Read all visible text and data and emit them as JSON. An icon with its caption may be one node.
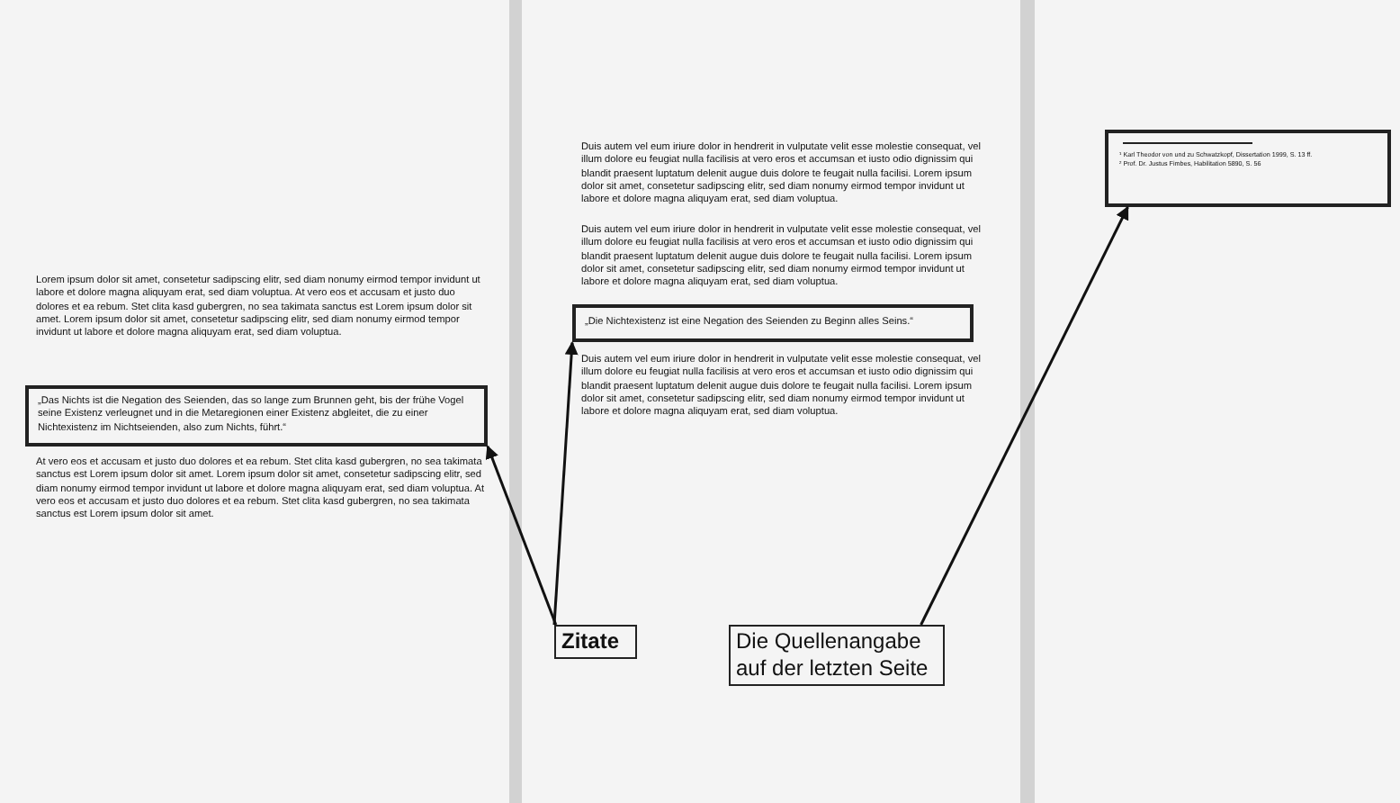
{
  "diagram": {
    "nodes": [
      {
        "text": [
          "Lorem ipsum dolor sit amet, consetetur sadipscing elitr, sed diam nonumy eirmod tempor invidunt ut labore et dolore magna aliquyam erat, sed diam voluptua. At vero eos et accusam et justo duo dolores et ea rebum. Stet clita kasd gubergren, no sea takimata sanctus est Lorem ipsum dolor sit amet. Lorem ipsum dolor sit amet, consetetur sadipscing elitr, sed diam nonumy eirmod tempor invidunt ut labore et dolore magna aliquyam erat, sed diam voluptua.",
          "At vero eos et accusam et justo duo dolores et ea rebum. Stet clita kasd gubergren, no sea takimata sanctus est Lorem ipsum dolor sit amet. Lorem ipsum dolor sit amet, consetetur sadipscing elitr, sed diam nonumy eirmod tempor invidunt ut labore et dolore magna aliquyam erat, sed diam voluptua. At vero eos et accusam et justo duo dolores et ea rebum. Stet clita kasd gubergren, no sea takimata sanctus est Lorem ipsum dolor sit amet."
        ]
      },
      {
        "text": [
          "„Das Nichts ist die Negation des Seienden, das so lange zum Brunnen geht, bis der frühe Vogel seine Existenz verleugnet und in die Metaregionen einer Existenz abgleitet, die zu einer Nichtexistenz im Nichtseienden, also zum Nichts, führt.“"
        ],
        "in": 0
      },
      {
        "text": [
          "Duis autem vel eum iriure dolor in hendrerit in vulputate velit esse molestie consequat, vel illum dolore eu feugiat nulla facilisis at vero eros et accumsan et iusto odio dignissim qui blandit praesent luptatum delenit augue duis dolore te feugait nulla facilisi. Lorem ipsum dolor sit amet, consetetur sadipscing elitr, sed diam nonumy eirmod tempor invidunt ut labore et dolore magna aliquyam erat, sed diam voluptua.",
          "Duis autem vel eum iriure dolor in hendrerit in vulputate velit esse molestie consequat, vel illum dolore eu feugiat nulla facilisis at vero eros et accumsan et iusto odio dignissim qui blandit praesent luptatum delenit augue duis dolore te feugait nulla facilisi. Lorem ipsum dolor sit amet, consetetur sadipscing elitr, sed diam nonumy eirmod tempor invidunt ut labore et dolore magna aliquyam erat, sed diam voluptua.",
          "Duis autem vel eum iriure dolor in hendrerit in vulputate velit esse molestie consequat, vel illum dolore eu feugiat nulla facilisis at vero eros et accumsan et iusto odio dignissim qui blandit praesent luptatum delenit augue duis dolore te feugait nulla facilisi. Lorem ipsum dolor sit amet, consetetur sadipscing elitr, sed diam nonumy eirmod tempor invidunt ut labore et dolore magna aliquyam erat, sed diam voluptua."
        ]
      },
      {
        "text": [
          "„Die Nichtexistenz ist eine Negation des Seienden zu Beginn alles Seins.“"
        ],
        "in": 2
      },
      {
        "text": [],
        "shape": "box"
      },
      {
        "text": [
          "¹ Karl Theodor von und zu Schwatzkopf, Dissertation 1999, S. 13 ff.",
          "² Prof. Dr. Justus Fimbes, Habilitation 5890, S. 56"
        ],
        "in": 4
      },
      {
        "text": [
          "Zitate"
        ],
        "in": 2
      },
      {
        "text": [
          "Die Quellenangabe auf der letzten Seite"
        ],
        "in": 2
      }
    ],
    "edges": [
      {
        "from": 6,
        "to": 1,
        "arrow": "to"
      },
      {
        "from": 6,
        "to": 3,
        "arrow": "to"
      },
      {
        "from": 7,
        "to": 5,
        "arrow": "to"
      }
    ]
  }
}
